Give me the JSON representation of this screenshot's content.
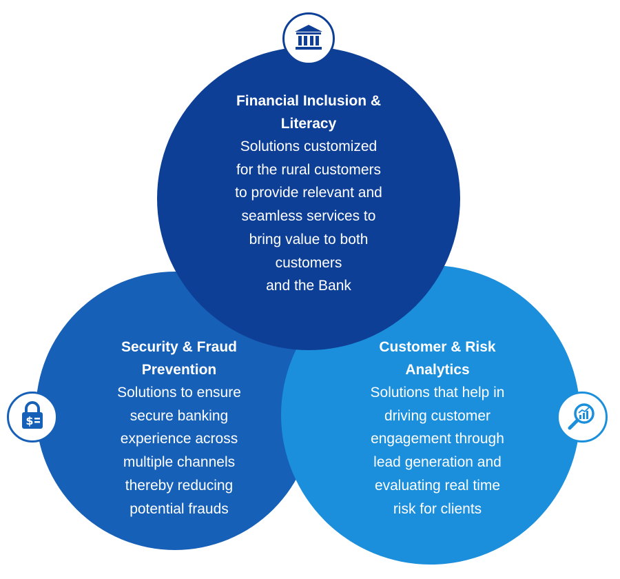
{
  "circles": {
    "top": {
      "color": "#0d3f96",
      "title": "Financial Inclusion &\nLiteracy",
      "body": "Solutions customized\nfor the rural customers\nto provide relevant and\nseamless services to\nbring value to both\ncustomers\nand the Bank",
      "icon": "bank-icon"
    },
    "left": {
      "color": "#1660b8",
      "title": "Security & Fraud\nPrevention",
      "body": "Solutions to ensure\nsecure banking\nexperience across\nmultiple channels\nthereby reducing\npotential frauds",
      "icon": "padlock-dollar-icon"
    },
    "right": {
      "color": "#1b8fdc",
      "title": "Customer & Risk\nAnalytics",
      "body": "Solutions that help in\ndriving customer\nengagement through\nlead generation and\nevaluating real time\nrisk for clients",
      "icon": "magnifier-chart-icon"
    }
  }
}
